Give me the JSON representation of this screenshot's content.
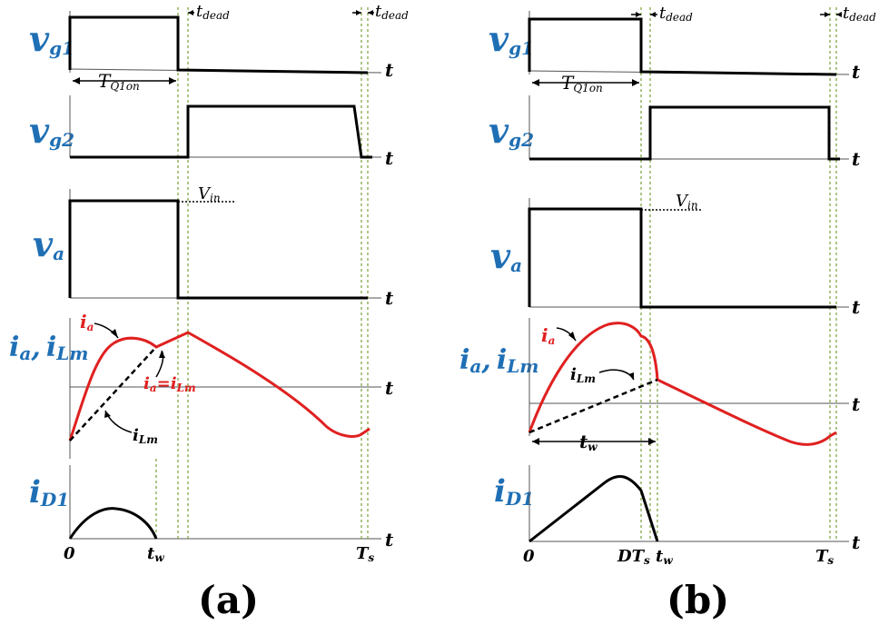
{
  "signals": {
    "vg1": {
      "main": "v",
      "sub": "g1"
    },
    "vg2": {
      "main": "v",
      "sub": "g2"
    },
    "va": {
      "main": "v",
      "sub": "a"
    },
    "ia_iLm": {
      "main1": "i",
      "sub1": "a",
      "sep": ",",
      "main2": "i",
      "sub2": "Lm"
    },
    "iD1": {
      "main": "i",
      "sub": "D1"
    }
  },
  "axis_var": "t",
  "labels": {
    "t_dead_main": "t",
    "t_dead_sub": "dead",
    "T_Q1on_main": "T",
    "T_Q1on_sub": "Q1on",
    "Vin_main": "V",
    "Vin_sub": "in",
    "ia_main": "i",
    "ia_sub": "a",
    "eq_main1": "i",
    "eq_sub1": "a",
    "eq_op": "=",
    "eq_main2": "i",
    "eq_sub2": "Lm",
    "iLm_main": "i",
    "iLm_sub": "Lm",
    "origin": "0",
    "tw_main": "t",
    "tw_sub": "w",
    "Ts_main": "T",
    "Ts_sub": "s",
    "DTs_main": "DT",
    "DTs_sub": "s"
  },
  "captions": {
    "a": "(a)",
    "b": "(b)"
  },
  "colors": {
    "signal_label": "#1f6fb5",
    "current_ia": "#e02020",
    "guide": "#7aa13a",
    "waveform": "#000000"
  }
}
